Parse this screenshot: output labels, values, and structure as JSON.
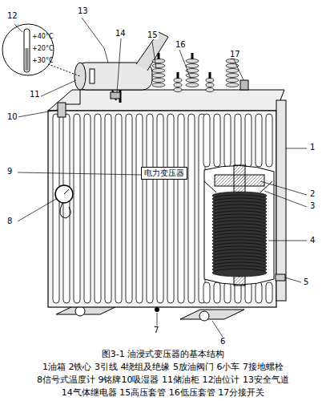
{
  "diagram": {
    "caption": "图3-1 油浸式变压器的基本结构",
    "nodes": [
      {
        "text": [
          "电力变压器"
        ]
      }
    ],
    "labels": [
      "12",
      "13",
      "14",
      "15",
      "16",
      "17",
      "11",
      "10",
      "9",
      "8",
      "1",
      "2",
      "3",
      "4",
      "5",
      "7",
      "6",
      "+40°C",
      "+20°C",
      "+30°C",
      "1油箱 2铁心 3引线 4绕组及绝缘 5放油阀门 6小车 7接地螺栓",
      "8信号式温度计 9铭牌10吸湿器 11储油柜 12油位计 13安全气道",
      "14气体继电器 15高压套管 16低压套管 17分接开关"
    ]
  }
}
